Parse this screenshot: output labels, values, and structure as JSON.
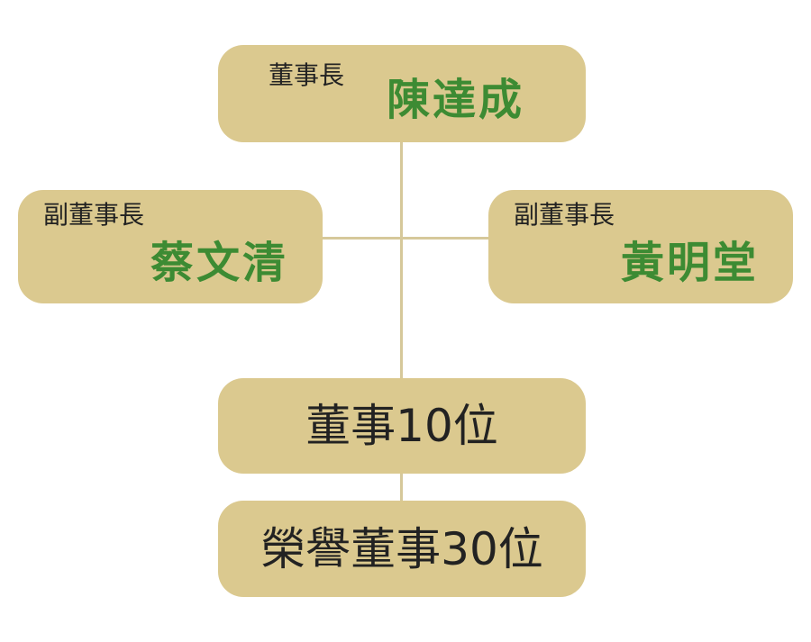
{
  "chairman": {
    "role": "董事長",
    "name": "陳達成"
  },
  "vice_left": {
    "role": "副董事長",
    "name": "蔡文清"
  },
  "vice_right": {
    "role": "副董事長",
    "name": "黃明堂"
  },
  "directors": {
    "label": "董事10位"
  },
  "honorary": {
    "label": "榮譽董事30位"
  },
  "colors": {
    "box_fill": "#dbc98f",
    "connector": "#d6c89a",
    "name_green": "#3d8b33",
    "text_dark": "#222222"
  }
}
